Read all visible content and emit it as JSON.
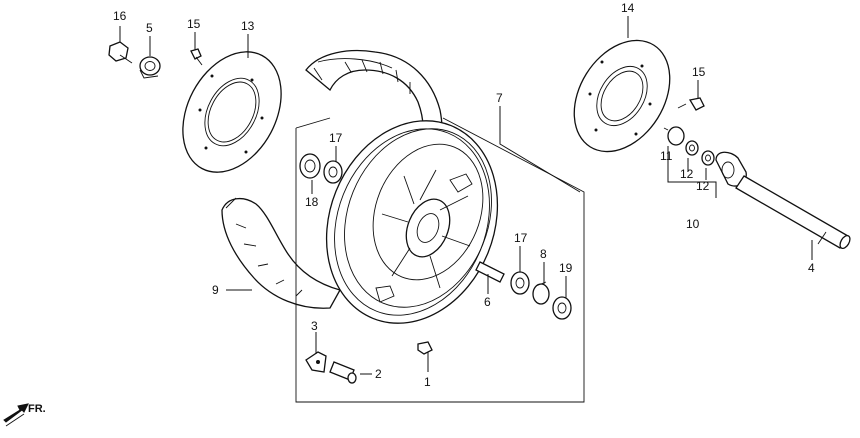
{
  "labels": {
    "l16": "16",
    "l5": "5",
    "l15a": "15",
    "l13": "13",
    "l14": "14",
    "l15b": "15",
    "l7": "7",
    "l17a": "17",
    "l18": "18",
    "l11": "11",
    "l12a": "12",
    "l12b": "12",
    "l10": "10",
    "l4": "4",
    "l17b": "17",
    "l8": "8",
    "l19": "19",
    "l6": "6",
    "l9": "9",
    "l3": "3",
    "l2": "2",
    "l1": "1",
    "fr": "FR."
  },
  "icons": {
    "direction_arrow": "front-arrow-icon"
  }
}
